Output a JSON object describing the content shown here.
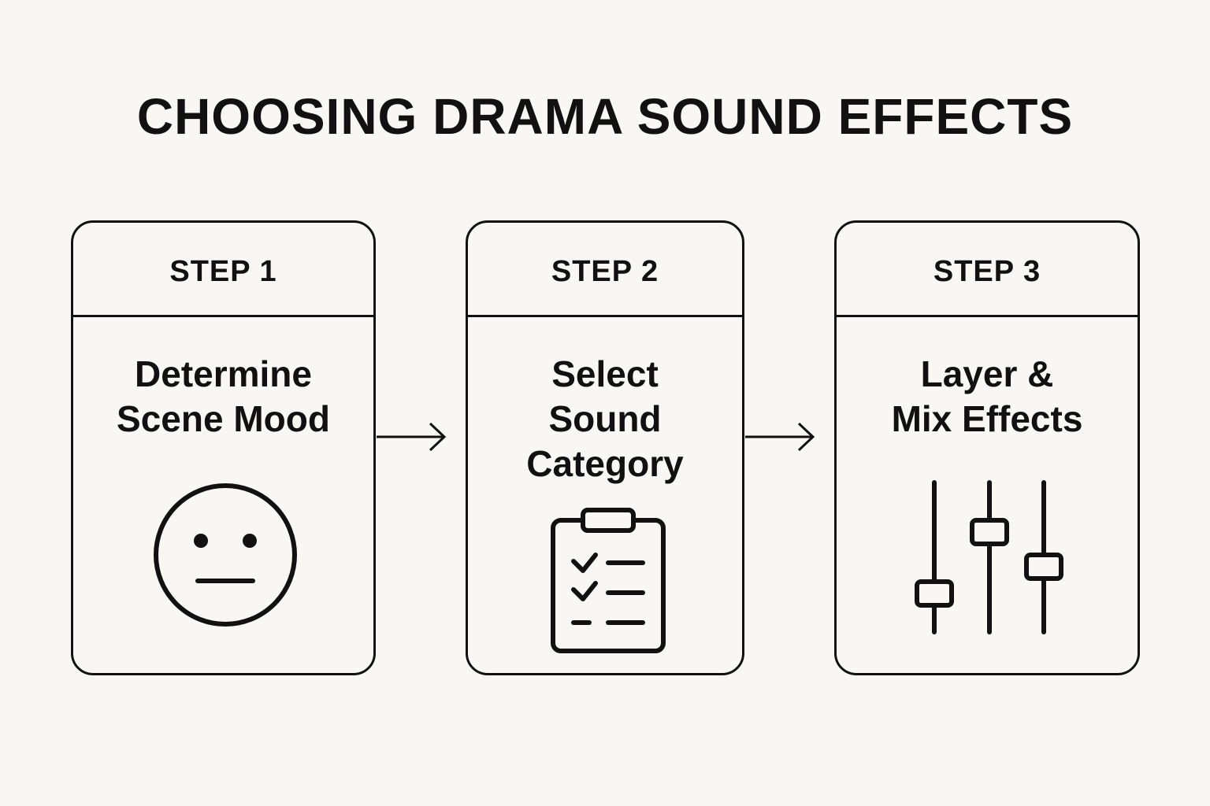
{
  "title": "CHOOSING DRAMA SOUND EFFECTS",
  "steps": [
    {
      "label": "STEP 1",
      "text_lines": [
        "Determine",
        "Scene Mood"
      ],
      "icon": "neutral-face-icon"
    },
    {
      "label": "STEP 2",
      "text_lines": [
        "Select",
        "Sound",
        "Category"
      ],
      "icon": "clipboard-checklist-icon"
    },
    {
      "label": "STEP 3",
      "text_lines": [
        "Layer &",
        "Mix Effects"
      ],
      "icon": "mixer-sliders-icon"
    }
  ],
  "colors": {
    "background": "#f8f7f4",
    "stroke": "#111111"
  }
}
